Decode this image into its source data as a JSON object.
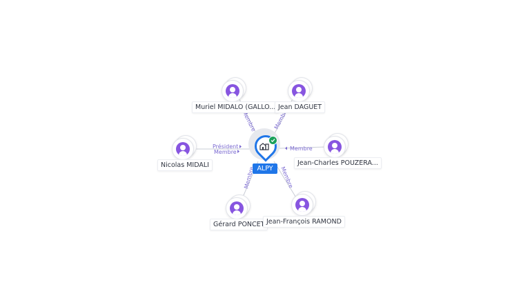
{
  "company": {
    "name": "ALPY",
    "verified": true,
    "icon": "building-icon",
    "badge_icon": "check-icon"
  },
  "nodes": [
    {
      "id": "p1",
      "name": "Muriel MIDALO (GALLO..."
    },
    {
      "id": "p2",
      "name": "Jean DAGUET"
    },
    {
      "id": "p3",
      "name": "Nicolas MIDALI"
    },
    {
      "id": "p4",
      "name": "Jean-Charles POUZERA..."
    },
    {
      "id": "p5",
      "name": "Gérard PONCET"
    },
    {
      "id": "p6",
      "name": "Jean-François RAMOND"
    }
  ],
  "links": [
    {
      "from": "p1",
      "role": "Membre"
    },
    {
      "from": "p2",
      "role": "Membre"
    },
    {
      "from": "p3",
      "role": "Président"
    },
    {
      "from": "p3",
      "role": "Membre"
    },
    {
      "from": "p4",
      "role": "Membre"
    },
    {
      "from": "p5",
      "role": "Membre"
    },
    {
      "from": "p6",
      "role": "Membre"
    }
  ],
  "colors": {
    "accent": "#1f76e8",
    "avatar": "#8755e0",
    "link_label": "#7b6ad1",
    "verified": "#1aa05a"
  }
}
